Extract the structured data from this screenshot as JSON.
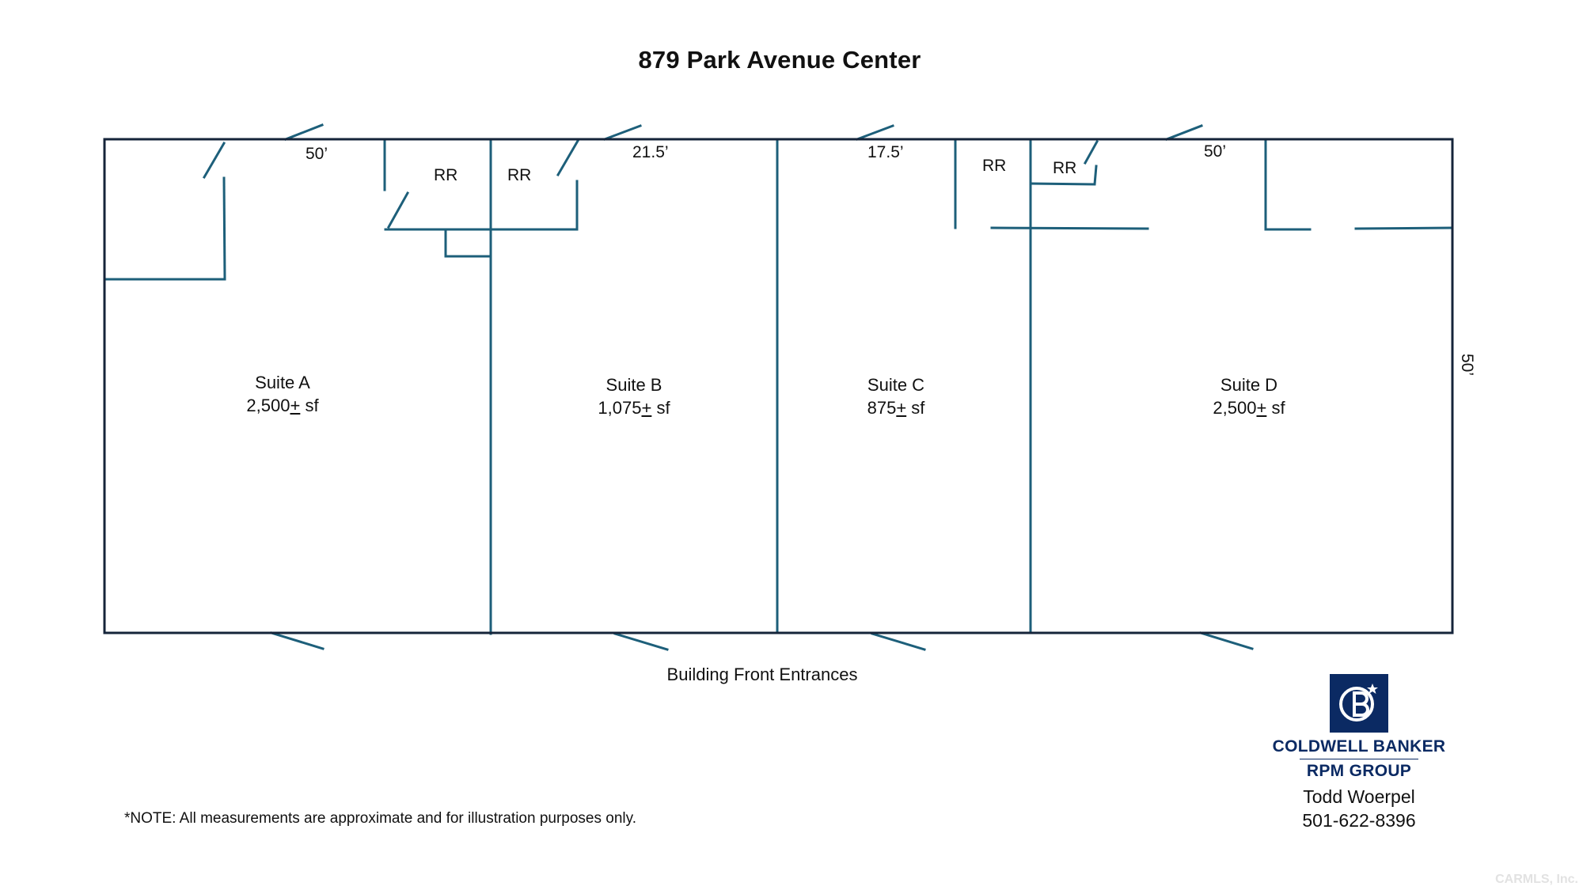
{
  "title": "879 Park Avenue Center",
  "colors": {
    "wall": "#1d5f7a",
    "outline": "#15243a",
    "brand": "#0b2a63"
  },
  "dimensions": {
    "suite_a_width": "50’",
    "suite_b_width": "21.5’",
    "suite_c_width": "17.5’",
    "suite_d_width": "50’",
    "building_depth": "50’"
  },
  "restrooms": [
    "RR",
    "RR",
    "RR",
    "RR"
  ],
  "suites": [
    {
      "name": "Suite A",
      "area_value": "2,500",
      "area_pm": "+",
      "area_unit": " sf"
    },
    {
      "name": "Suite B",
      "area_value": "1,075",
      "area_pm": "+",
      "area_unit": " sf"
    },
    {
      "name": "Suite C",
      "area_value": "875",
      "area_pm": "+",
      "area_unit": " sf"
    },
    {
      "name": "Suite D",
      "area_value": "2,500",
      "area_pm": "+",
      "area_unit": " sf"
    }
  ],
  "front_label": "Building Front Entrances",
  "note": "*NOTE: All measurements are approximate and for illustration purposes only.",
  "brand": {
    "logo_mark": "CB",
    "line1": "COLDWELL BANKER",
    "line2": "RPM GROUP",
    "agent": "Todd Woerpel",
    "phone": "501-622-8396"
  },
  "watermark": "CARMLS, Inc."
}
